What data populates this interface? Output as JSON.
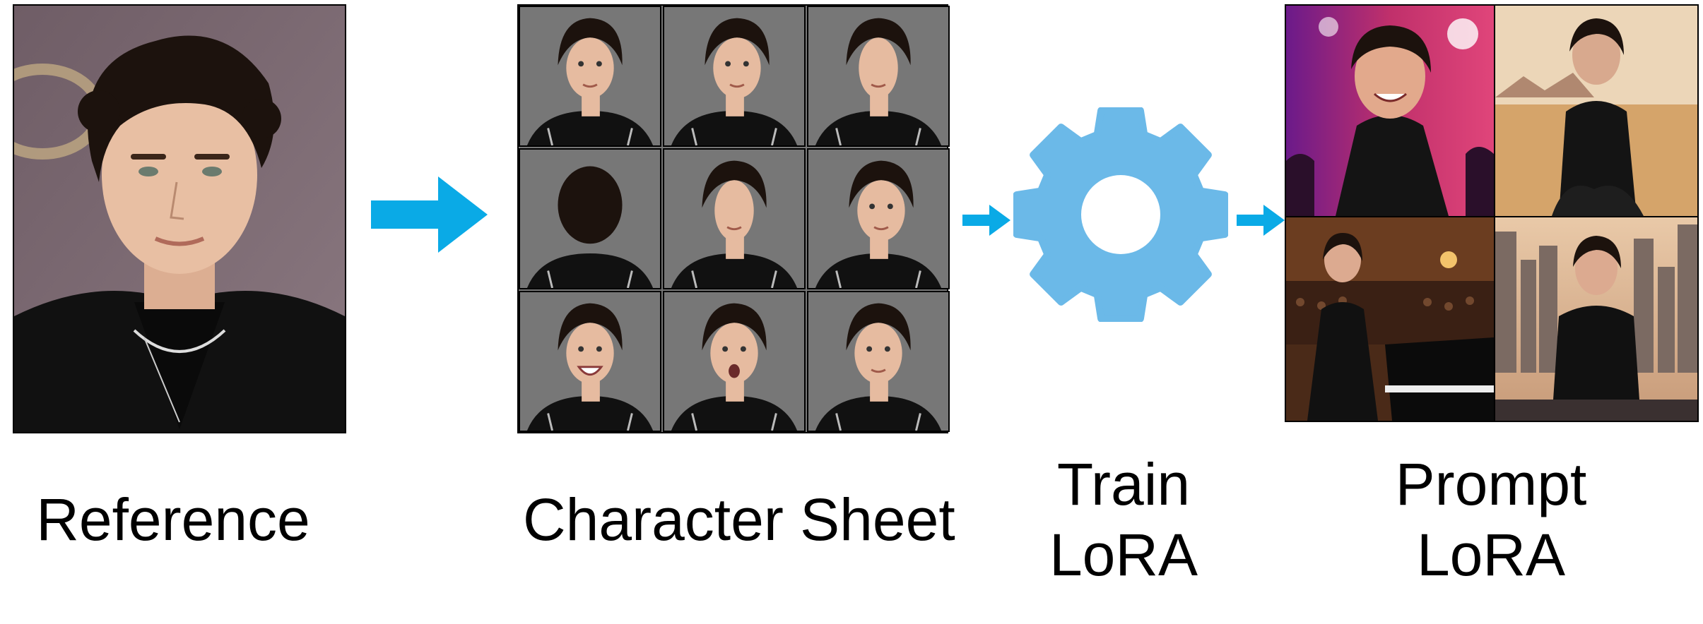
{
  "labels": {
    "reference": "Reference",
    "character_sheet": "Character Sheet",
    "train": {
      "line1": "Train",
      "line2": "LoRA"
    },
    "prompt": {
      "line1": "Prompt",
      "line2": "LoRA"
    }
  },
  "colors": {
    "arrow": "#0aaae6",
    "gear": "#6bb9e8",
    "sheet_background": "#777777",
    "reference_background": "#7a6670",
    "hair": "#1c120d",
    "skin": "#e6bba0",
    "jacket": "#111111"
  },
  "character_sheet": {
    "rows": [
      [
        "front-view",
        "three-quarter-view",
        "side-view"
      ],
      [
        "back-view",
        "left-profile-view",
        "over-shoulder-view"
      ],
      [
        "smiling-expression",
        "surprised-expression",
        "neutral-expression"
      ]
    ]
  },
  "prompt_scenes": [
    "concert-stage",
    "desert",
    "concert-hall-piano",
    "city-rooftop"
  ]
}
